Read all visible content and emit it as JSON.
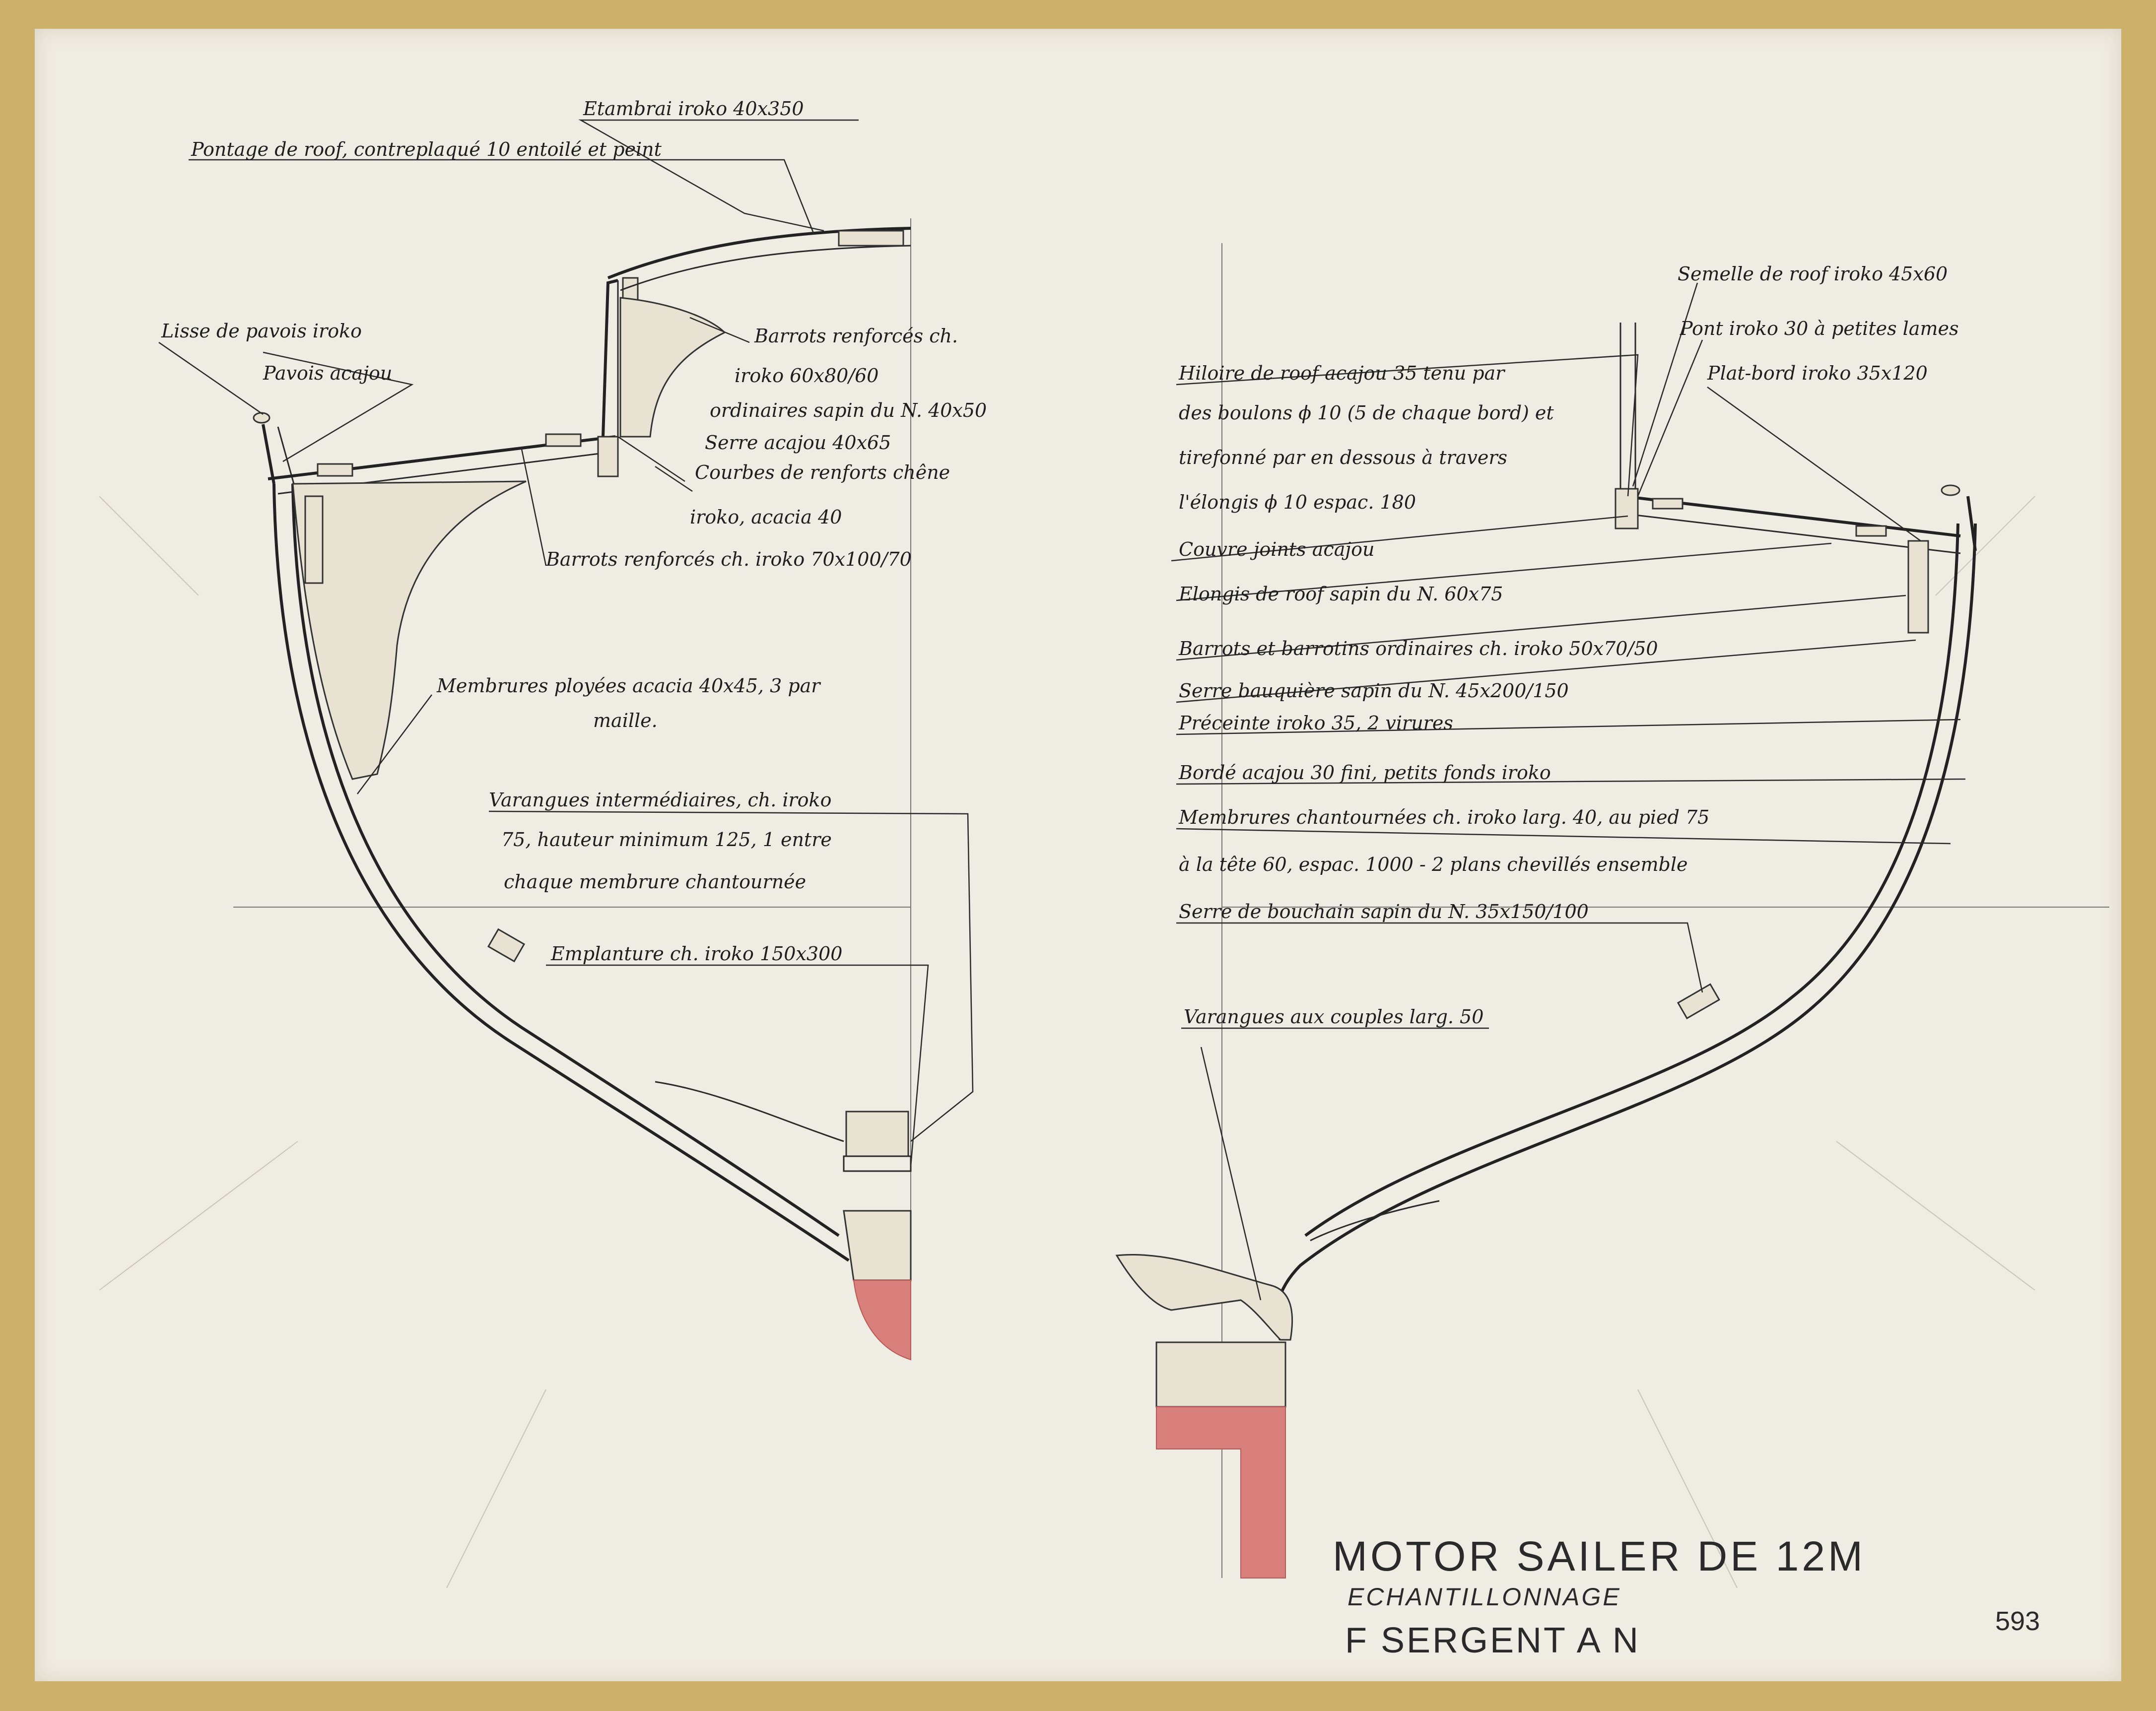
{
  "drawing": {
    "title": "MOTOR SAILER DE 12M",
    "subtitle": "ECHANTILLONNAGE",
    "author": "F SERGENT A N",
    "sheet_number": "593"
  },
  "left_labels": {
    "etambrai": "Etambrai iroko 40x350",
    "pontage": "Pontage de roof, contreplaqué 10 entoilé et peint",
    "lisse": "Lisse de pavois iroko",
    "pavois": "Pavois acajou",
    "barrots1": "Barrots renforcés ch.",
    "barrots2": "iroko 60x80/60",
    "ordinaires": "ordinaires sapin du N. 40x50",
    "serre": "Serre acajou 40x65",
    "courbes": "Courbes de renforts chêne",
    "courbes2": "iroko, acacia 40",
    "barrots_renf": "Barrots renforcés ch. iroko 70x100/70",
    "membrures1": "Membrures ployées acacia 40x45, 3 par",
    "membrures2": "maille.",
    "varangues1": "Varangues intermédiaires, ch. iroko",
    "varangues2": "75, hauteur minimum 125, 1 entre",
    "varangues3": "chaque membrure chantournée",
    "emplanture": "Emplanture ch. iroko 150x300"
  },
  "right_labels": {
    "semelle": "Semelle de roof iroko 45x60",
    "pont": "Pont iroko 30 à petites lames",
    "platbord": "Plat-bord iroko 35x120",
    "hiloire1": "Hiloire de roof acajou 35 tenu par",
    "hiloire2": "des boulons ϕ 10 (5 de chaque bord) et",
    "hiloire3": "tirefonné par en dessous à travers",
    "hiloire4": "l'élongis ϕ 10 espac. 180",
    "couvre": "Couvre joints acajou",
    "elongis": "Elongis de roof sapin du N. 60x75",
    "barrots": "Barrots et barrotins ordinaires ch. iroko 50x70/50",
    "serre_bauq": "Serre bauquière sapin du N. 45x200/150",
    "preceinte": "Préceinte iroko 35, 2 virures",
    "borde": "Bordé acajou 30 fini, petits fonds iroko",
    "membrures1": "Membrures chantournées ch. iroko larg. 40, au pied 75",
    "membrures2": "à la tête 60, espac. 1000 - 2 plans chevillés ensemble",
    "serre_bouch": "Serre de bouchain sapin du N. 35x150/100",
    "varangues": "Varangues aux couples larg. 50"
  },
  "colors": {
    "paper": "#efece3",
    "tape": "#cdb06a",
    "ink": "#1e1e1e",
    "keel_red": "#d9807c"
  }
}
